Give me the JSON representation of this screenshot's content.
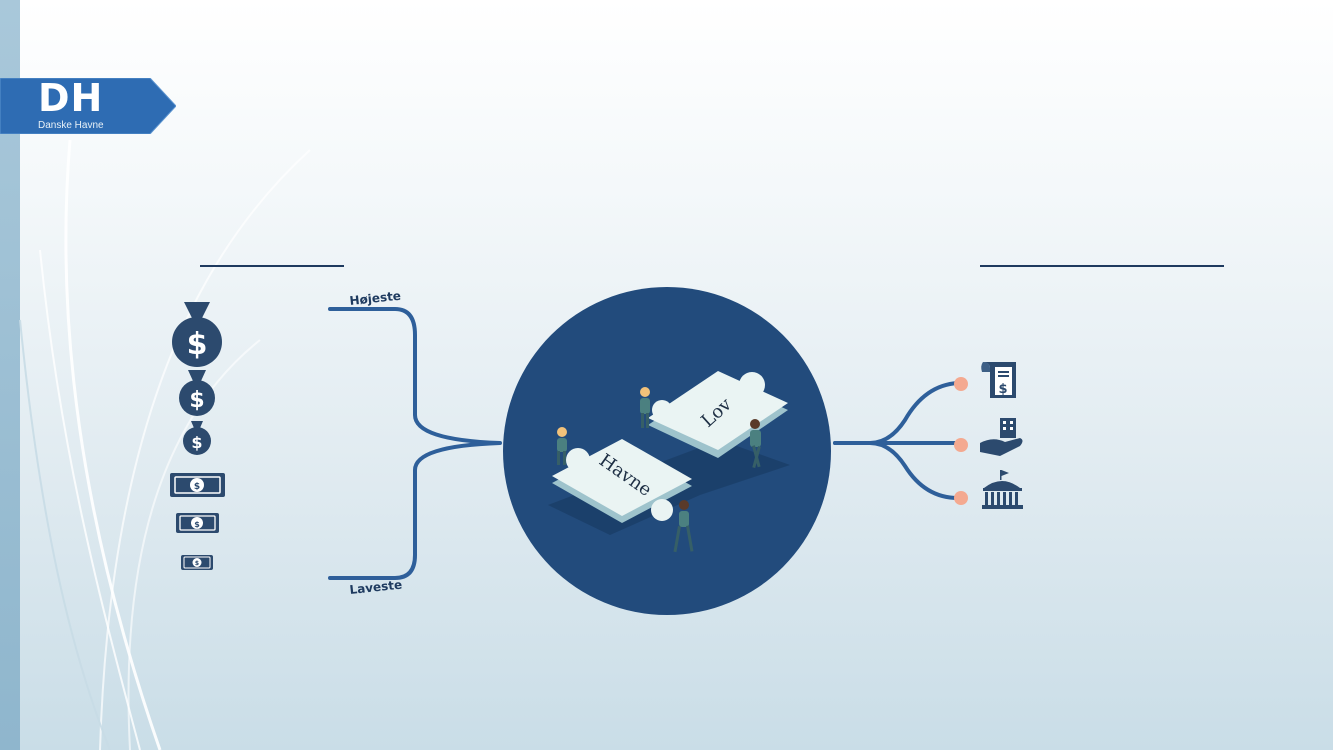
{
  "logo": {
    "letters": "DH",
    "subtitle": "Danske Havne",
    "color": "#2e6cb3"
  },
  "scale": {
    "top_label": "Højeste",
    "bottom_label": "Laveste",
    "color": "#2e5f9a"
  },
  "center": {
    "circle_color": "#224b7c",
    "puzzle_labels": [
      "Lov",
      "Havne"
    ]
  },
  "money_icons": [
    {
      "name": "money-bag-large-icon"
    },
    {
      "name": "money-bag-medium-icon"
    },
    {
      "name": "money-bag-small-icon"
    },
    {
      "name": "banknote-large-icon"
    },
    {
      "name": "banknote-medium-icon"
    },
    {
      "name": "banknote-small-icon"
    }
  ],
  "right_icons": [
    {
      "name": "invoice-dollar-icon"
    },
    {
      "name": "hand-building-icon"
    },
    {
      "name": "government-building-icon"
    }
  ],
  "colors": {
    "dark_blue": "#2c4a6e",
    "dot": "#f4a990",
    "lines": "#2e5f9a"
  }
}
